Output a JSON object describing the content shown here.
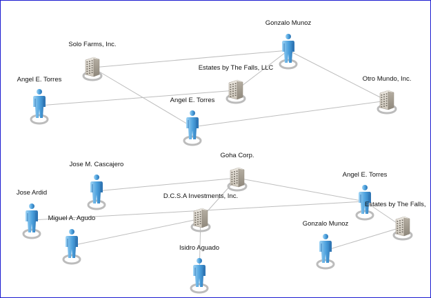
{
  "graph": {
    "nodes": [
      {
        "id": "solo",
        "type": "company",
        "label": "Solo Farms, Inc."
      },
      {
        "id": "gmunoz1",
        "type": "person",
        "label": "Gonzalo Munoz"
      },
      {
        "id": "estates1",
        "type": "company",
        "label": "Estates by The Falls, LLC"
      },
      {
        "id": "torres1",
        "type": "person",
        "label": "Angel E. Torres"
      },
      {
        "id": "torres2",
        "type": "person",
        "label": "Angel E. Torres"
      },
      {
        "id": "otro",
        "type": "company",
        "label": "Otro Mundo, Inc."
      },
      {
        "id": "cascajero",
        "type": "person",
        "label": "Jose M. Cascajero"
      },
      {
        "id": "goha",
        "type": "company",
        "label": "Goha Corp."
      },
      {
        "id": "torres3",
        "type": "person",
        "label": "Angel E. Torres"
      },
      {
        "id": "ardid",
        "type": "person",
        "label": "Jose Ardid"
      },
      {
        "id": "dcsa",
        "type": "company",
        "label": "D.C.S.A Investments, Inc."
      },
      {
        "id": "agudo",
        "type": "person",
        "label": "Miguel A. Agudo"
      },
      {
        "id": "estates2",
        "type": "company",
        "label": "Estates by The Falls,"
      },
      {
        "id": "gmunoz2",
        "type": "person",
        "label": "Gonzalo Munoz"
      },
      {
        "id": "aguado",
        "type": "person",
        "label": "Isidro Aguado"
      }
    ],
    "edges": [
      [
        "solo",
        "gmunoz1"
      ],
      [
        "solo",
        "torres2"
      ],
      [
        "gmunoz1",
        "estates1"
      ],
      [
        "gmunoz1",
        "otro"
      ],
      [
        "estates1",
        "torres1"
      ],
      [
        "torres2",
        "otro"
      ],
      [
        "cascajero",
        "goha"
      ],
      [
        "goha",
        "torres3"
      ],
      [
        "goha",
        "dcsa"
      ],
      [
        "ardid",
        "torres3"
      ],
      [
        "agudo",
        "dcsa"
      ],
      [
        "dcsa",
        "aguado"
      ],
      [
        "torres3",
        "estates2"
      ],
      [
        "estates2",
        "gmunoz2"
      ]
    ]
  },
  "colors": {
    "edge": "#bdbdbd",
    "person_light": "#7cc0ec",
    "person_dark": "#2f7fc0",
    "building_light": "#ddd8cf",
    "building_dark": "#a39c90",
    "ring": "#bcbcbc",
    "frame_border": "#1a1ad0"
  }
}
